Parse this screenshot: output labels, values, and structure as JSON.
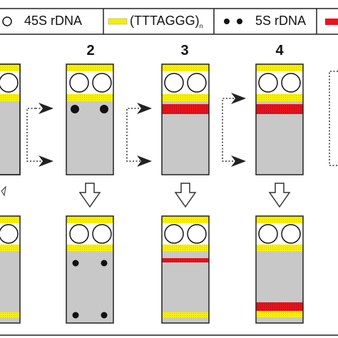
{
  "legend": {
    "label_45s": "45S rDNA",
    "label_ttaggg": "(TTTAGGG)",
    "label_ttaggg_sub": "n",
    "label_5s": "5S rDNA"
  },
  "columns": [
    {
      "number": ""
    },
    {
      "number": "2"
    },
    {
      "number": "3"
    },
    {
      "number": "4"
    }
  ],
  "colors": {
    "chromosome_fill": "#c8c8c8",
    "telomere_yellow": "#f7ef00",
    "interstitial_red": "#e8131b",
    "five_s_dot": "#111111",
    "outline": "#222222"
  }
}
